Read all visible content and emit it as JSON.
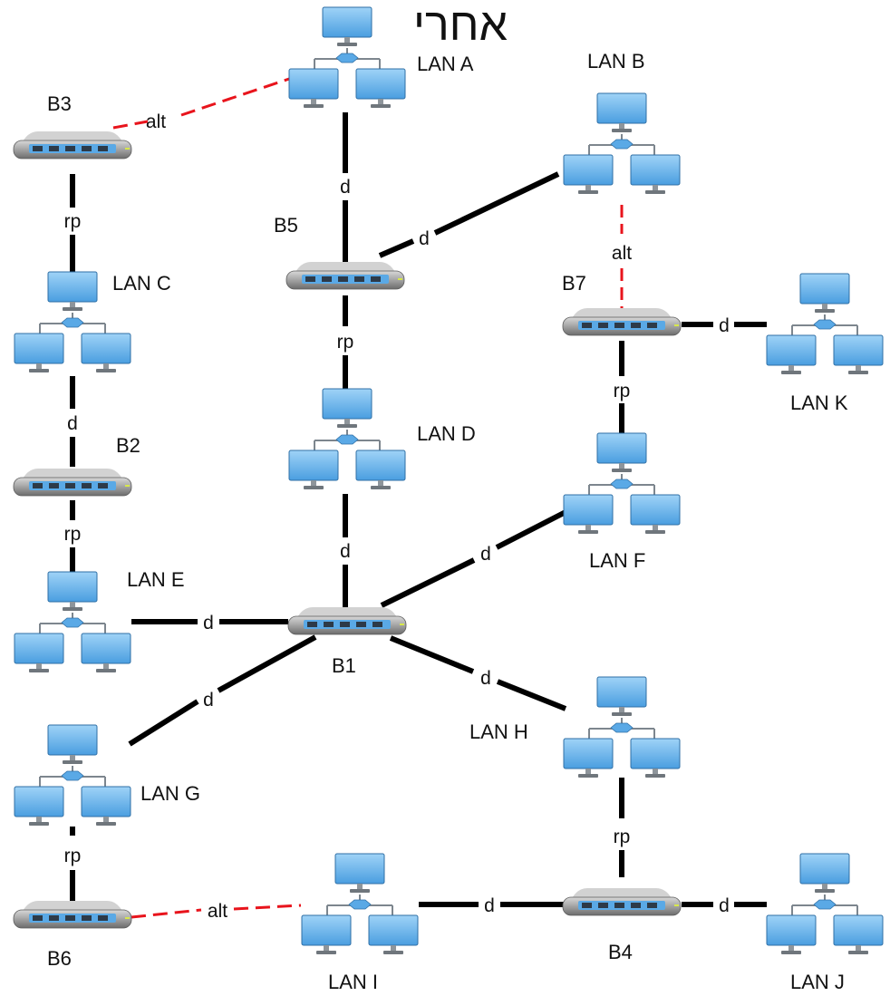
{
  "title": "אחרי",
  "colors": {
    "designated_link": "#000000",
    "alternate_link": "#e8141c",
    "monitor": "#5aa9e6",
    "bridge": "#8a8a8a",
    "port": "#5aa9e6"
  },
  "icons": {
    "lan": "lan-network-icon",
    "bridge": "bridge-switch-icon"
  },
  "bridges": [
    {
      "id": "B1",
      "label": "B1"
    },
    {
      "id": "B2",
      "label": "B2"
    },
    {
      "id": "B3",
      "label": "B3"
    },
    {
      "id": "B4",
      "label": "B4"
    },
    {
      "id": "B5",
      "label": "B5"
    },
    {
      "id": "B6",
      "label": "B6"
    },
    {
      "id": "B7",
      "label": "B7"
    }
  ],
  "lans": [
    {
      "id": "A",
      "label": "LAN A"
    },
    {
      "id": "B",
      "label": "LAN B"
    },
    {
      "id": "C",
      "label": "LAN C"
    },
    {
      "id": "D",
      "label": "LAN D"
    },
    {
      "id": "E",
      "label": "LAN E"
    },
    {
      "id": "F",
      "label": "LAN F"
    },
    {
      "id": "G",
      "label": "LAN G"
    },
    {
      "id": "H",
      "label": "LAN H"
    },
    {
      "id": "I",
      "label": "LAN I"
    },
    {
      "id": "J",
      "label": "LAN J"
    },
    {
      "id": "K",
      "label": "LAN K"
    }
  ],
  "links": [
    {
      "id": "B3-A",
      "from": "B3",
      "to": "A",
      "label": "alt",
      "state": "alternate"
    },
    {
      "id": "B3-C",
      "from": "B3",
      "to": "C",
      "label": "rp",
      "state": "active"
    },
    {
      "id": "A-B5",
      "from": "A",
      "to": "B5",
      "label": "d",
      "state": "active"
    },
    {
      "id": "B5-B",
      "from": "B5",
      "to": "B",
      "label": "d",
      "state": "active"
    },
    {
      "id": "B5-D",
      "from": "B5",
      "to": "D",
      "label": "rp",
      "state": "active"
    },
    {
      "id": "B-B7",
      "from": "B",
      "to": "B7",
      "label": "alt",
      "state": "alternate"
    },
    {
      "id": "B7-K",
      "from": "B7",
      "to": "K",
      "label": "d",
      "state": "active"
    },
    {
      "id": "B7-F",
      "from": "B7",
      "to": "F",
      "label": "rp",
      "state": "active"
    },
    {
      "id": "C-B2",
      "from": "C",
      "to": "B2",
      "label": "d",
      "state": "active"
    },
    {
      "id": "B2-E",
      "from": "B2",
      "to": "E",
      "label": "rp",
      "state": "active"
    },
    {
      "id": "D-B1",
      "from": "D",
      "to": "B1",
      "label": "d",
      "state": "active"
    },
    {
      "id": "B1-F",
      "from": "B1",
      "to": "F",
      "label": "d",
      "state": "active"
    },
    {
      "id": "E-B1",
      "from": "E",
      "to": "B1",
      "label": "d",
      "state": "active"
    },
    {
      "id": "B1-H",
      "from": "B1",
      "to": "H",
      "label": "d",
      "state": "active"
    },
    {
      "id": "B1-G",
      "from": "B1",
      "to": "G",
      "label": "d",
      "state": "active"
    },
    {
      "id": "H-B4",
      "from": "H",
      "to": "B4",
      "label": "rp",
      "state": "active"
    },
    {
      "id": "G-B6",
      "from": "G",
      "to": "B6",
      "label": "rp",
      "state": "active"
    },
    {
      "id": "B6-I",
      "from": "B6",
      "to": "I",
      "label": "alt",
      "state": "alternate"
    },
    {
      "id": "I-B4",
      "from": "I",
      "to": "B4",
      "label": "d",
      "state": "active"
    },
    {
      "id": "B4-J",
      "from": "B4",
      "to": "J",
      "label": "d",
      "state": "active"
    }
  ]
}
